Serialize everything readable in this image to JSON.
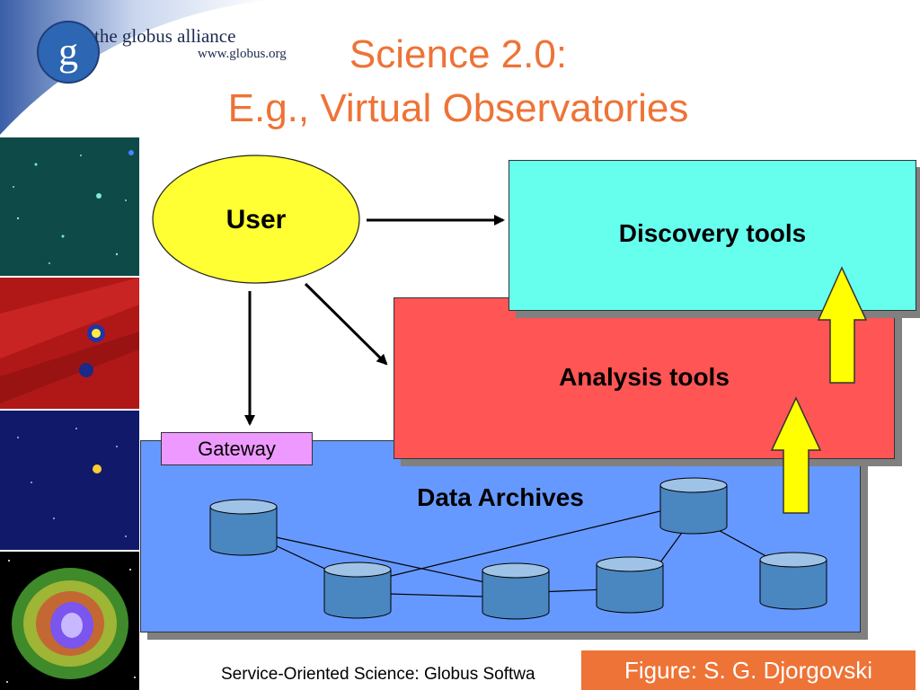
{
  "logo": {
    "letter": "g",
    "name": "the globus alliance",
    "url": "www.globus.org"
  },
  "title": {
    "line1": "Science 2.0:",
    "line2": "E.g., Virtual Observatories"
  },
  "diagram": {
    "user_label": "User",
    "discovery_label": "Discovery tools",
    "analysis_label": "Analysis tools",
    "data_archives_label": "Data Archives",
    "gateway_label": "Gateway"
  },
  "footer": {
    "text": "Service-Oriented Science: Globus Softwa",
    "figure_credit": "Figure: S. G. Djorgovski"
  },
  "colors": {
    "title": "#ee7336",
    "user_ellipse": "#ffff33",
    "discovery_box": "#66ffee",
    "analysis_box": "#ff5555",
    "data_archives_box": "#6699ff",
    "gateway_box": "#ee99ff",
    "database_cylinder": "#4a86c0",
    "up_arrow": "#ffff00",
    "figure_credit_bg": "#ee7336"
  },
  "icons": [
    "globus-logo-icon",
    "database-icon",
    "arrow-right-icon",
    "arrow-down-icon",
    "up-arrow-icon"
  ],
  "side_images": [
    "starfield-green-image",
    "red-source-image",
    "blue-starfield-image",
    "crab-nebula-image"
  ]
}
